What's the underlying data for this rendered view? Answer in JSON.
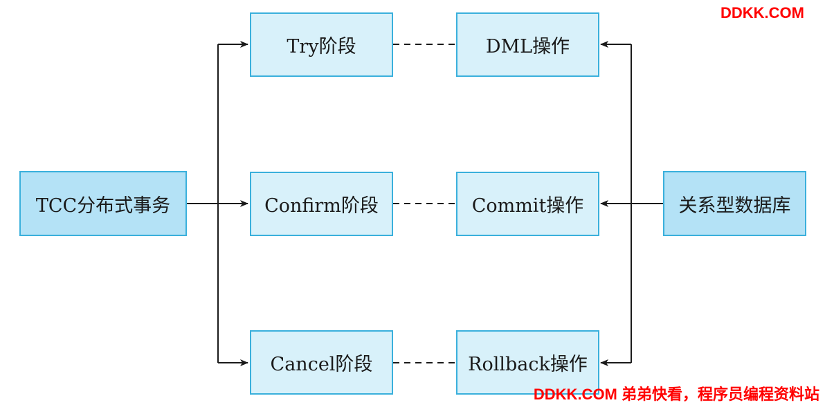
{
  "nodes": {
    "tcc": "TCC分布式事务",
    "try_phase": "Try阶段",
    "confirm_phase": "Confirm阶段",
    "cancel_phase": "Cancel阶段",
    "dml_op": "DML操作",
    "commit_op": "Commit操作",
    "rollback_op": "Rollback操作",
    "rdb": "关系型数据库"
  },
  "watermark": {
    "top": "DDKK.COM",
    "bottom": "DDKK.COM 弟弟快看，程序员编程资料站"
  },
  "colors": {
    "node_fill": "#d8f1fa",
    "outer_node_fill": "#b4e2f6",
    "node_border": "#3ab0dc",
    "line": "#1a1a1a",
    "watermark": "#ff0000"
  }
}
